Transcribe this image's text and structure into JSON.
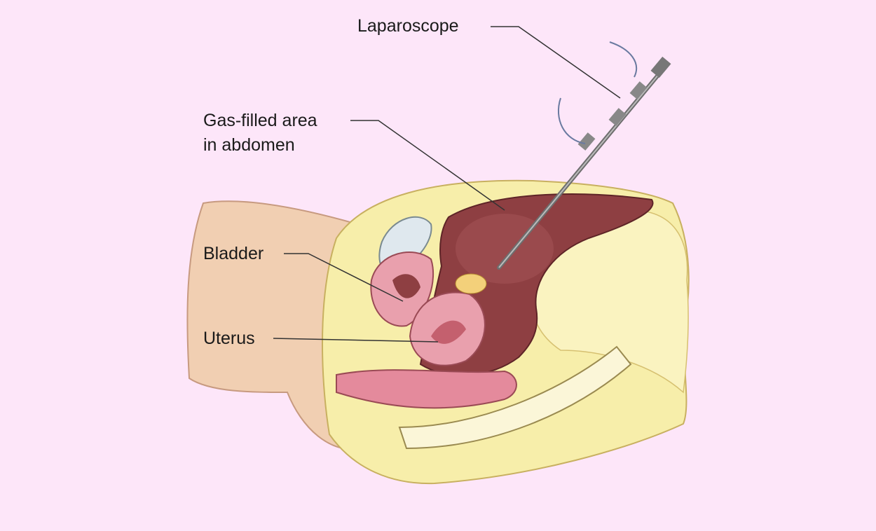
{
  "diagram": {
    "labels": {
      "laparoscope": "Laparoscope",
      "gas_line1": "Gas-filled area",
      "gas_line2": "in abdomen",
      "bladder": "Bladder",
      "uterus": "Uterus"
    },
    "colors": {
      "background": "#fde6f9",
      "skin": "#f1cfb2",
      "fat": "#f7eeaa",
      "cavity": "#8e3f42",
      "organ": "#e9a0ad",
      "instrument": "#6e6e6e"
    }
  }
}
